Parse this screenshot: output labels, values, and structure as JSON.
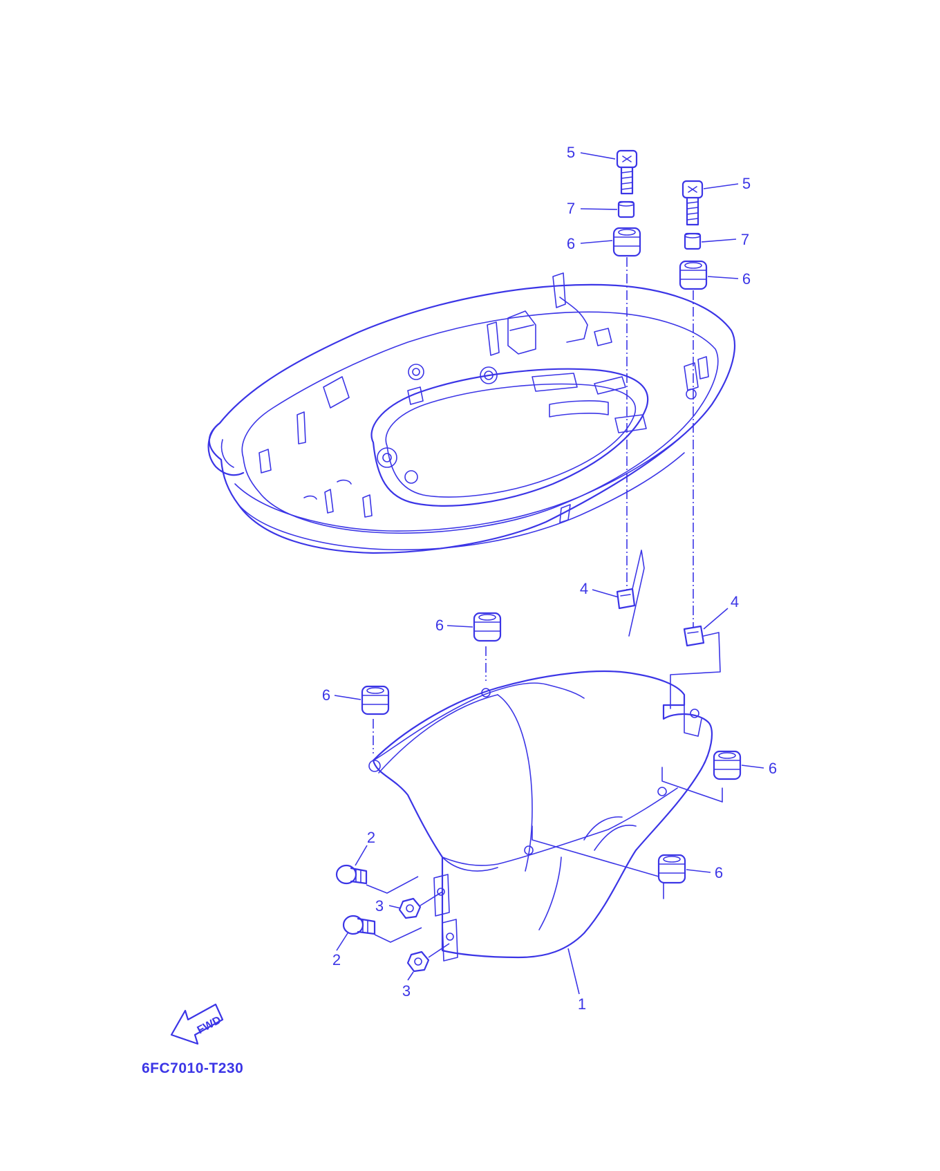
{
  "diagram": {
    "drawing_code": "6FC7010-T230",
    "fwd_label": "FWD",
    "line_color": "#3b35e6",
    "callouts": {
      "c5a": "5",
      "c7a": "7",
      "c6a": "6",
      "c5b": "5",
      "c7b": "7",
      "c6b": "6",
      "c4a": "4",
      "c4b": "4",
      "c6c": "6",
      "c6d": "6",
      "c6e": "6",
      "c6f": "6",
      "c2a": "2",
      "c3a": "3",
      "c2b": "2",
      "c3b": "3",
      "c1": "1"
    }
  }
}
